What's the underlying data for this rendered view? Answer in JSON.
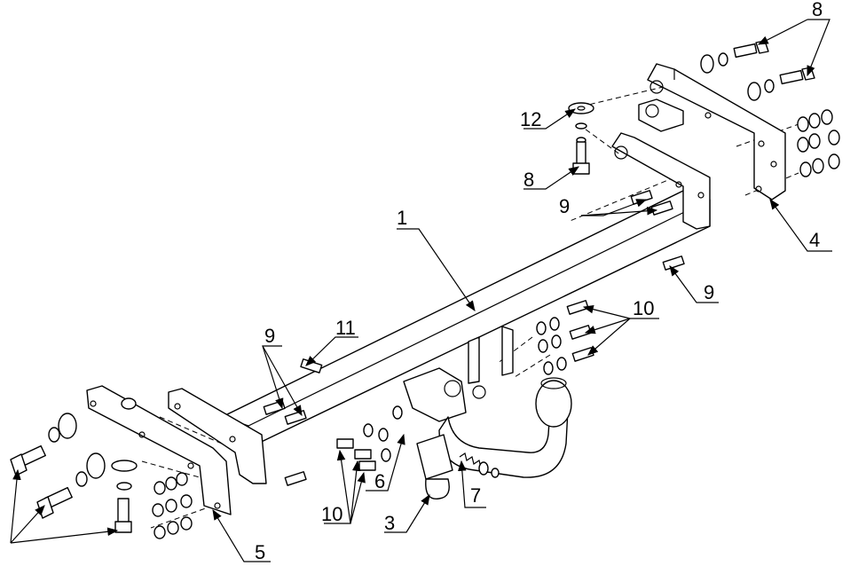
{
  "callouts": [
    {
      "id": "c1",
      "text": "1"
    },
    {
      "id": "c3",
      "text": "3"
    },
    {
      "id": "c4",
      "text": "4"
    },
    {
      "id": "c5",
      "text": "5"
    },
    {
      "id": "c6",
      "text": "6"
    },
    {
      "id": "c7",
      "text": "7"
    },
    {
      "id": "c8a",
      "text": "8"
    },
    {
      "id": "c8b",
      "text": "8"
    },
    {
      "id": "c9a",
      "text": "9"
    },
    {
      "id": "c9b",
      "text": "9"
    },
    {
      "id": "c9c",
      "text": "9"
    },
    {
      "id": "c10a",
      "text": "10"
    },
    {
      "id": "c10b",
      "text": "10"
    },
    {
      "id": "c11",
      "text": "11"
    },
    {
      "id": "c12",
      "text": "12"
    }
  ]
}
